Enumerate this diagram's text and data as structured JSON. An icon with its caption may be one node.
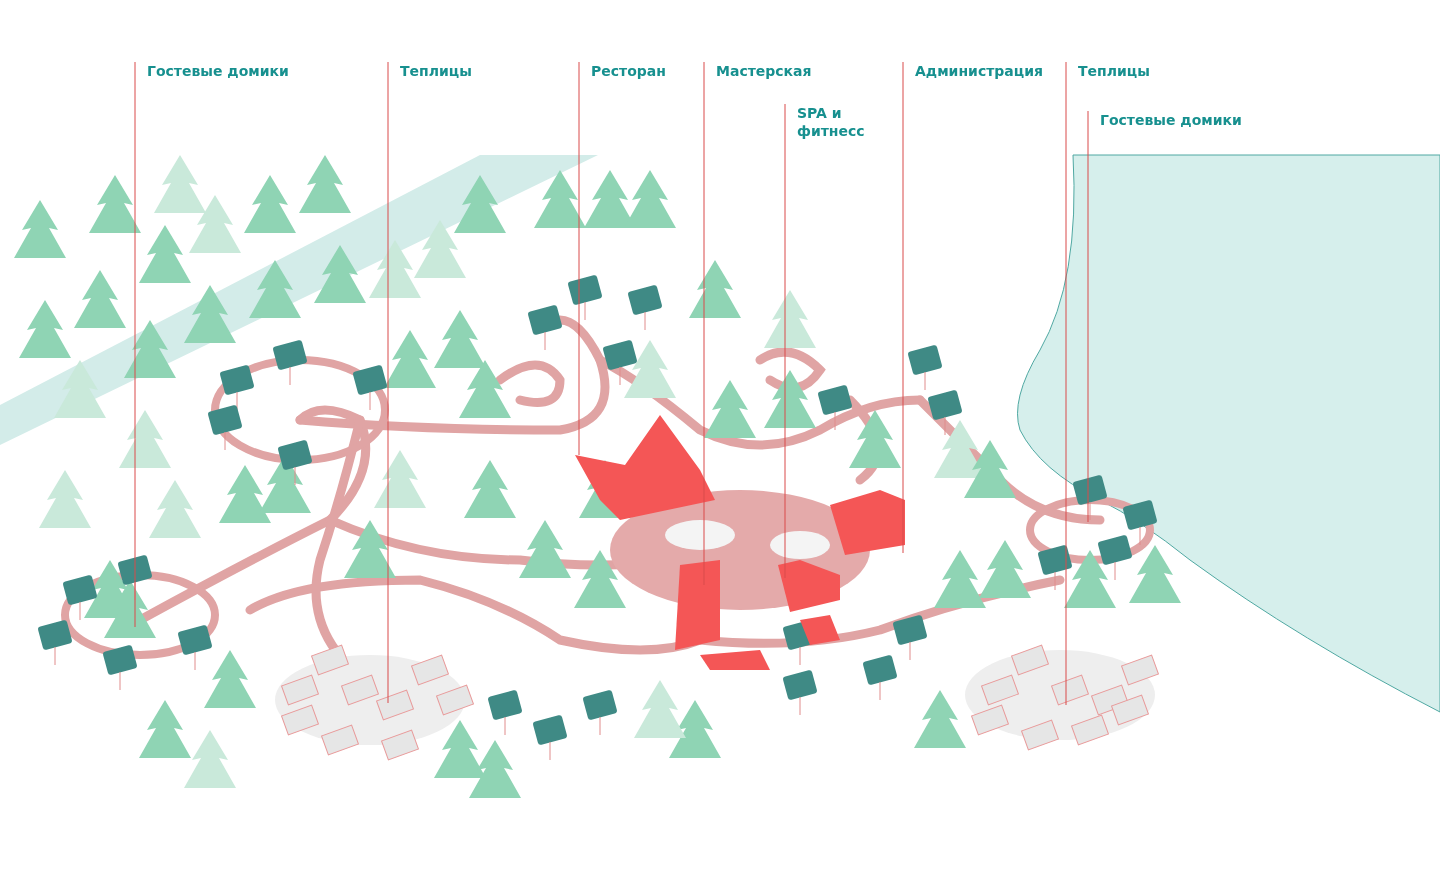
{
  "diagram": {
    "nodes": [
      {
        "text": [
          "Гостевые домики"
        ]
      },
      {
        "text": [
          "Теплицы"
        ]
      },
      {
        "text": [
          "Ресторан"
        ]
      },
      {
        "text": [
          "Мастерская"
        ]
      },
      {
        "text": [
          "SPA и фитнесс"
        ]
      },
      {
        "text": [
          "Администрация"
        ]
      },
      {
        "text": [
          "Теплицы"
        ]
      },
      {
        "text": [
          "Гостевые домики"
        ]
      }
    ],
    "edges": [
      {
        "from": 0,
        "to": null,
        "arrow": "none"
      },
      {
        "from": 1,
        "to": null,
        "arrow": "none"
      },
      {
        "from": 2,
        "to": null,
        "arrow": "none"
      },
      {
        "from": 3,
        "to": null,
        "arrow": "none"
      },
      {
        "from": 4,
        "to": null,
        "arrow": "none"
      },
      {
        "from": 5,
        "to": null,
        "arrow": "none"
      },
      {
        "from": 6,
        "to": null,
        "arrow": "none"
      },
      {
        "from": 7,
        "to": null,
        "arrow": "none"
      }
    ]
  }
}
